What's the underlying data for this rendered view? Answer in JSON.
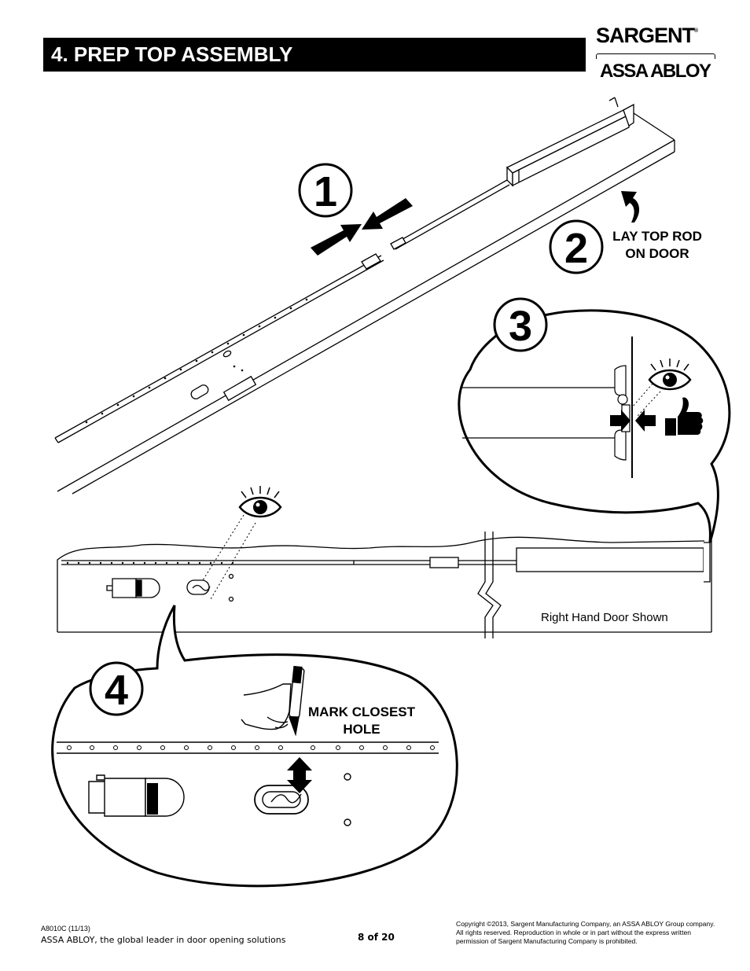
{
  "header": {
    "title": "4.  PREP TOP ASSEMBLY"
  },
  "brand": {
    "logo_top": "SARGENT",
    "logo_mark": "®",
    "logo_bottom": "ASSA ABLOY"
  },
  "steps": {
    "step1": {
      "number": "1"
    },
    "step2": {
      "number": "2",
      "label": "LAY TOP ROD ON DOOR"
    },
    "step3": {
      "number": "3"
    },
    "step4": {
      "number": "4",
      "label": "MARK CLOSEST HOLE"
    }
  },
  "caption": "Right Hand Door Shown",
  "footer": {
    "doc_code": "A8010C (11/13)",
    "tagline": "ASSA ABLOY, the global leader in door opening solutions",
    "page": "8 of 20",
    "copyright": "Copyright ©2013, Sargent Manufacturing Company, an ASSA ABLOY Group company. All rights reserved. Reproduction in whole or in part without the express written permission of Sargent Manufacturing Company is prohibited."
  },
  "icons": [
    "eye-icon",
    "thumbs-up-icon",
    "curved-arrow-icon",
    "double-arrow-icon",
    "marker-pen-icon"
  ]
}
